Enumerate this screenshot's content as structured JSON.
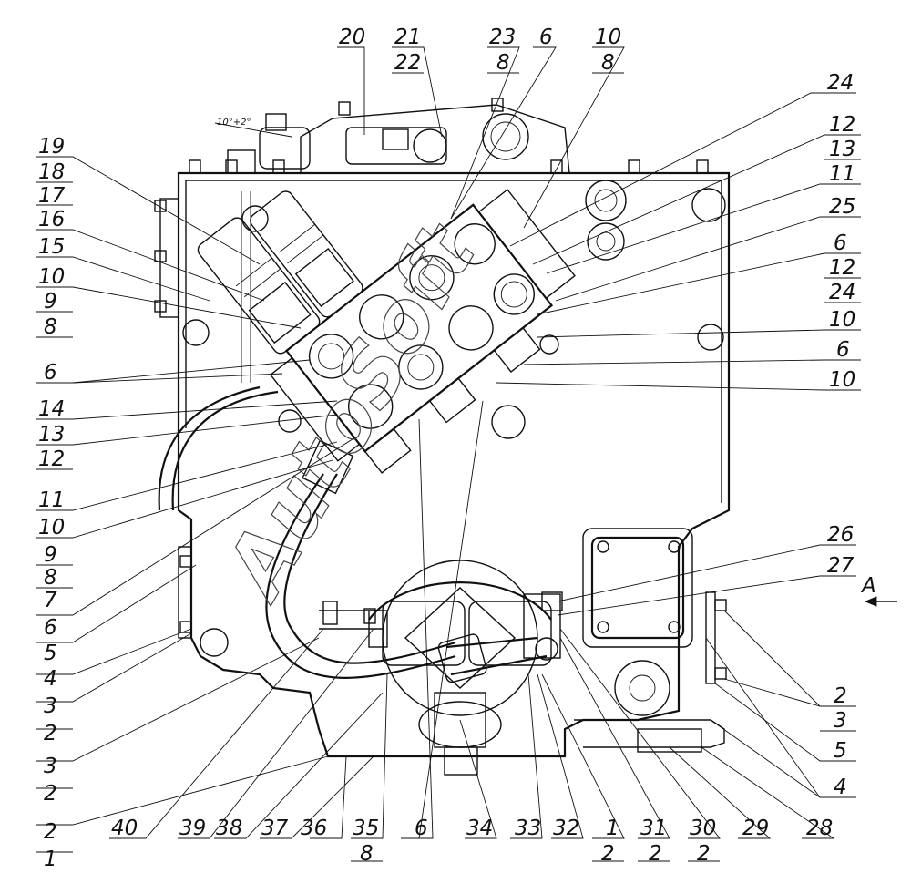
{
  "drawing": {
    "callouts": {
      "c20": "20",
      "c21": "21",
      "c22": "22",
      "c23": "23",
      "c6a": "6",
      "c8a": "8",
      "c10a": "10",
      "c8b": "8",
      "c24a": "24",
      "c12a": "12",
      "c13a": "13",
      "c11a": "11",
      "c25": "25",
      "c6b": "6",
      "c12b": "12",
      "c24b": "24",
      "c10b": "10",
      "c6c": "6",
      "c10c": "10",
      "c19": "19",
      "c18": "18",
      "c17": "17",
      "c16": "16",
      "c15": "15",
      "c10d": "10",
      "c9a": "9",
      "c8c": "8",
      "c6d": "6",
      "c14": "14",
      "c13b": "13",
      "c12c": "12",
      "c11b": "11",
      "c10e": "10",
      "c9b": "9",
      "c8d": "8",
      "c7": "7",
      "c6e": "6",
      "c5a": "5",
      "c4a": "4",
      "c3a": "3",
      "c2a": "2",
      "c3b": "3",
      "c2b": "2",
      "c2c": "2",
      "c1a": "1",
      "c26": "26",
      "c27": "27",
      "c2d": "2",
      "c3c": "3",
      "c5b": "5",
      "c4b": "4",
      "c40": "40",
      "c39": "39",
      "c38": "38",
      "c37": "37",
      "c36": "36",
      "c35": "35",
      "c8e": "8",
      "c6f": "6",
      "c34": "34",
      "c33": "33",
      "c32": "32",
      "c1b": "1",
      "c2e": "2",
      "c31": "31",
      "c2f": "2",
      "c30": "30",
      "c2g": "2",
      "c29": "29",
      "c28": "28"
    },
    "view_label": "A",
    "angle_note": "10°+2°",
    "watermark": "AutoSoft"
  }
}
